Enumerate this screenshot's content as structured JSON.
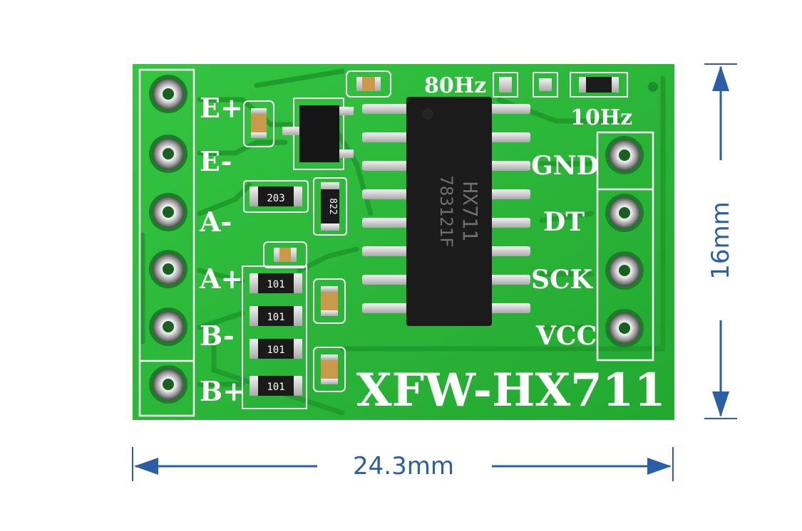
{
  "board": {
    "name": "XFW-HX711",
    "pcb_color": "#2fbf3c",
    "left_pins": [
      "E+",
      "E-",
      "A-",
      "A+",
      "B-",
      "B+"
    ],
    "right_pins": [
      "GND",
      "DT",
      "SCK",
      "VCC"
    ],
    "rate_labels": {
      "high": "80Hz",
      "low": "10Hz"
    },
    "chip": {
      "line1": "HX711",
      "line2": "783121F"
    },
    "resistor_codes": {
      "r1": "203",
      "r2": "822",
      "r3": "101",
      "r4": "101",
      "r5": "101",
      "r6": "101"
    }
  },
  "dimensions": {
    "width_label": "24.3mm",
    "height_label": "16mm",
    "color": "#2a5fa8"
  }
}
